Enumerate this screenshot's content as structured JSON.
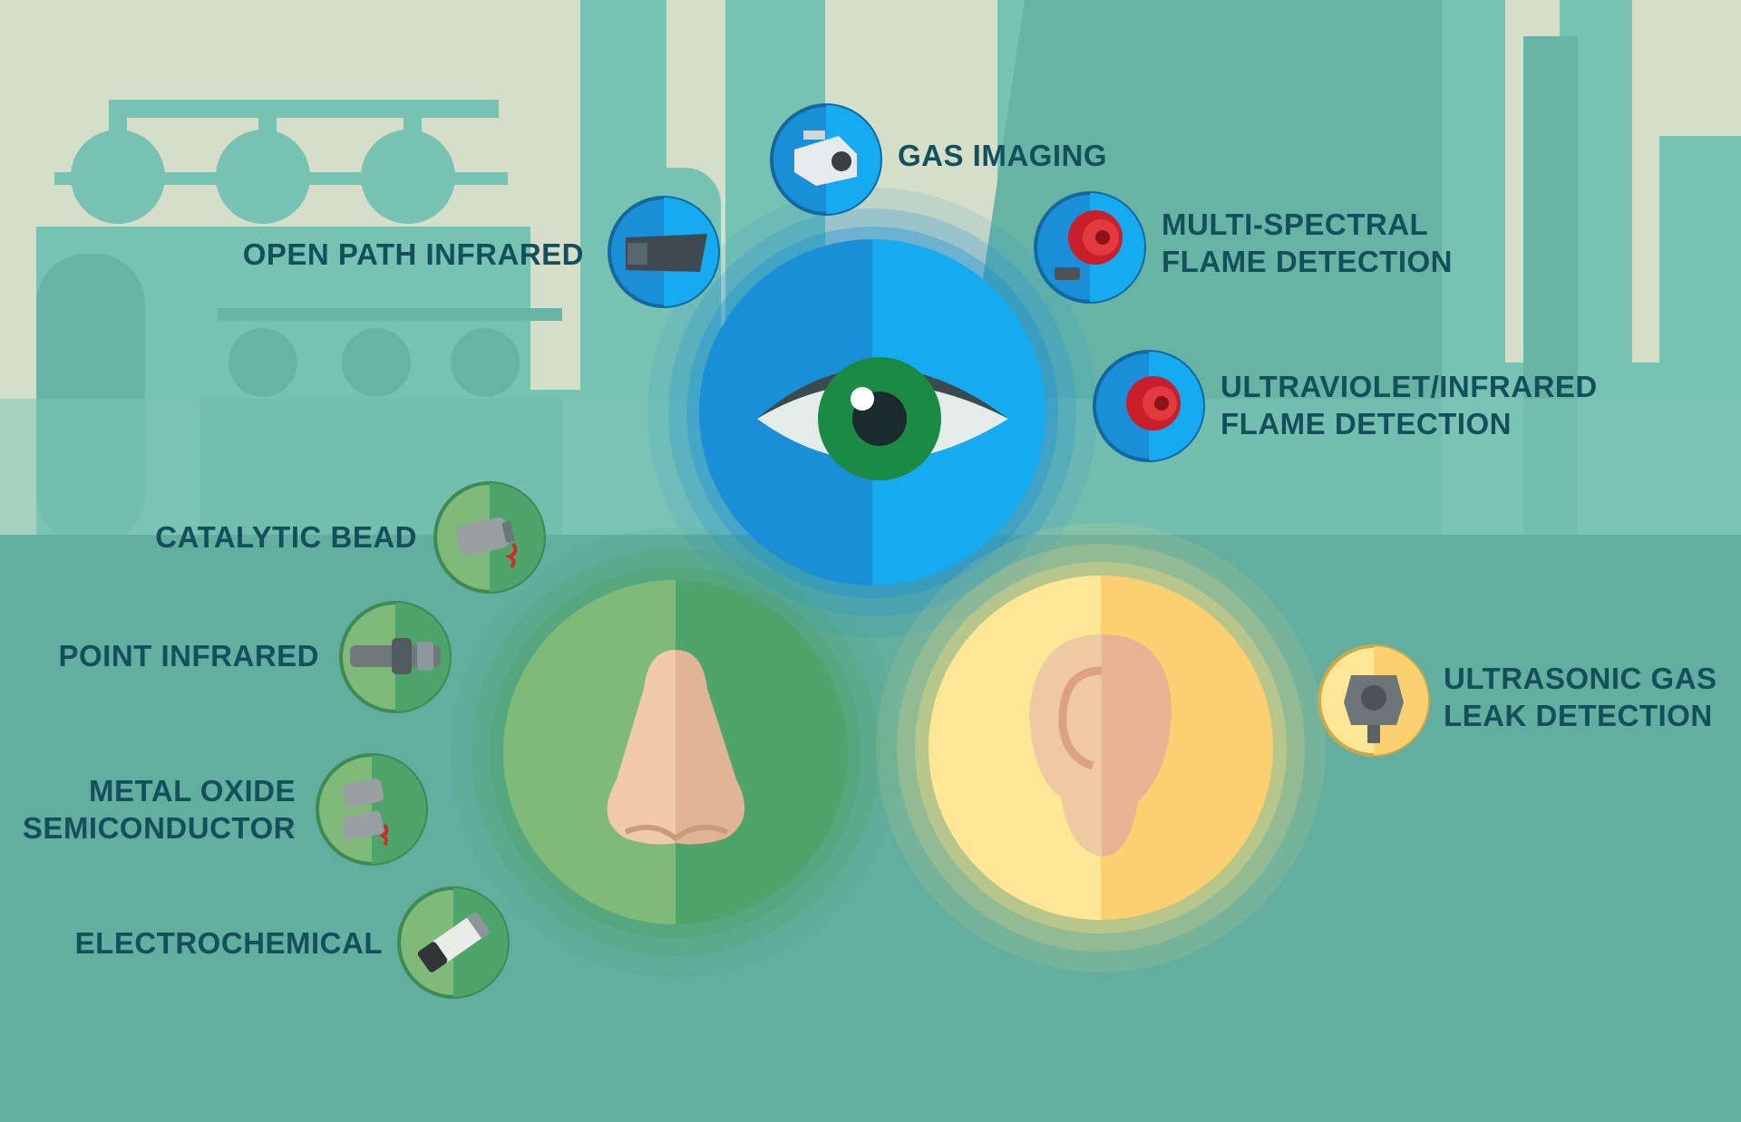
{
  "senses": {
    "sight": {
      "name": "eye-icon"
    },
    "smell": {
      "name": "nose-icon"
    },
    "hearing": {
      "name": "ear-icon"
    }
  },
  "technologies": {
    "gas_imaging": {
      "line1": "GAS IMAGING",
      "icon": "gas-imaging-camera-icon"
    },
    "open_path_infrared": {
      "line1": "OPEN PATH INFRARED",
      "icon": "open-path-detector-icon"
    },
    "multi_spectral": {
      "line1": "MULTI-SPECTRAL",
      "line2": "FLAME DETECTION",
      "icon": "flame-detector-icon"
    },
    "uv_ir": {
      "line1": "ULTRAVIOLET/INFRARED",
      "line2": "FLAME DETECTION",
      "icon": "flame-detector-icon"
    },
    "catalytic_bead": {
      "line1": "CATALYTIC BEAD",
      "icon": "catalytic-sensor-icon"
    },
    "point_infrared": {
      "line1": "POINT INFRARED",
      "icon": "point-ir-sensor-icon"
    },
    "metal_oxide": {
      "line1": "METAL OXIDE",
      "line2": "SEMICONDUCTOR",
      "icon": "mos-sensor-icon"
    },
    "electrochemical": {
      "line1": "ELECTROCHEMICAL",
      "icon": "electrochemical-cell-icon"
    },
    "ultrasonic": {
      "line1": "ULTRASONIC GAS",
      "line2": "LEAK DETECTION",
      "icon": "ultrasonic-detector-icon"
    }
  },
  "colors": {
    "sky": "#d5dec8",
    "plant": "#78c2b3",
    "ground": "#62ae9f",
    "text": "#14505c",
    "sight_blue": "#1a8fd8",
    "smell_green": "#4ea46a",
    "hearing_yellow": "#fbdc7c"
  }
}
